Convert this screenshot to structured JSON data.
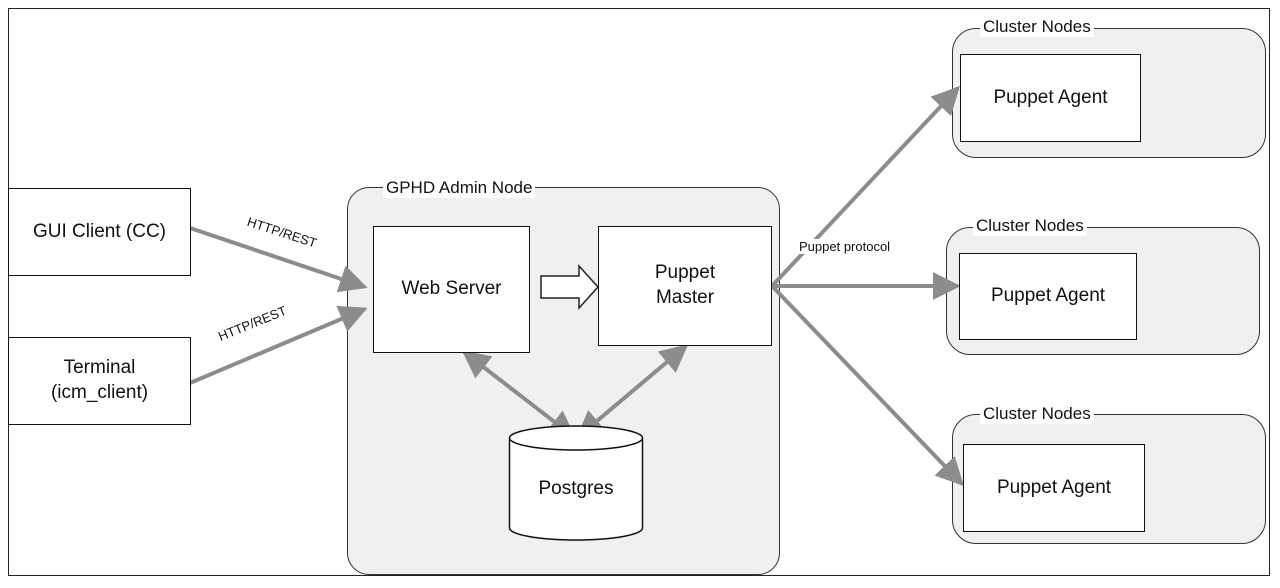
{
  "clients": {
    "gui": "GUI Client (CC)",
    "terminal_line1": "Terminal",
    "terminal_line2": "(icm_client)"
  },
  "links": {
    "http1": "HTTP/REST",
    "http2": "HTTP/REST",
    "puppet_protocol": "Puppet protocol"
  },
  "admin_node": {
    "title": "GPHD Admin Node",
    "web_server": "Web Server",
    "puppet_master_line1": "Puppet",
    "puppet_master_line2": "Master",
    "database": "Postgres"
  },
  "cluster_groups": [
    {
      "title": "Cluster Nodes",
      "agent": "Puppet Agent"
    },
    {
      "title": "Cluster Nodes",
      "agent": "Puppet Agent"
    },
    {
      "title": "Cluster Nodes",
      "agent": "Puppet Agent"
    }
  ],
  "colors": {
    "arrow": "#8c8c8c",
    "group_fill": "#f0f0f0",
    "border": "#111111"
  }
}
